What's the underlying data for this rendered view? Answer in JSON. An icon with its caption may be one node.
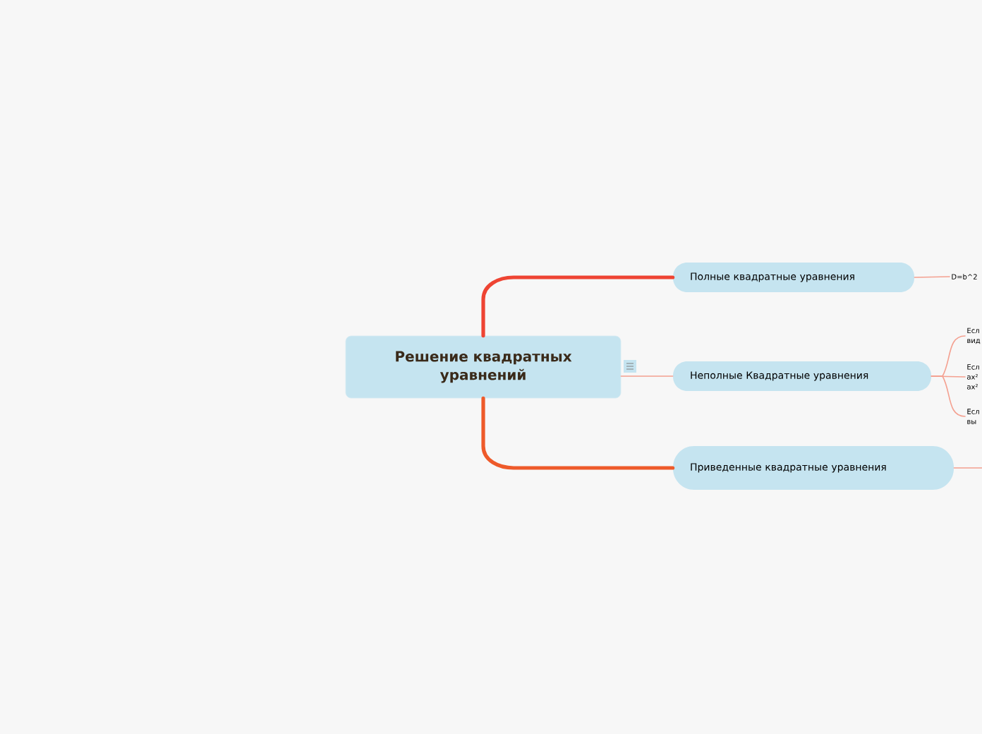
{
  "diagram": {
    "nodes": [
      {
        "text": [
          "Решение квадратных уравнений"
        ]
      },
      {
        "text": [
          "Полные квадратные уравнения"
        ]
      },
      {
        "text": [
          "Неполные Квадратные уравнения"
        ]
      },
      {
        "text": [
          "Приведенные квадратные уравнения"
        ]
      },
      {
        "text": [
          "D=b^2"
        ]
      },
      {
        "text": [
          "Есл вид"
        ]
      },
      {
        "text": [
          "Есл ax² ax²"
        ]
      },
      {
        "text": [
          "Есл вы"
        ]
      }
    ],
    "edges": [
      {
        "from": 0,
        "to": 1,
        "arrow": "none",
        "style": "thick",
        "color": "#ee4433"
      },
      {
        "from": 0,
        "to": 2,
        "arrow": "none"
      },
      {
        "from": 0,
        "to": 3,
        "arrow": "none",
        "style": "thick",
        "color": "#ee5a2a"
      },
      {
        "from": 1,
        "to": 4,
        "arrow": "none"
      },
      {
        "from": 2,
        "to": 5,
        "arrow": "none"
      },
      {
        "from": 2,
        "to": 6,
        "arrow": "none"
      },
      {
        "from": 2,
        "to": 7,
        "arrow": "none"
      },
      {
        "from": 3,
        "to": null,
        "arrow": "none"
      }
    ]
  }
}
